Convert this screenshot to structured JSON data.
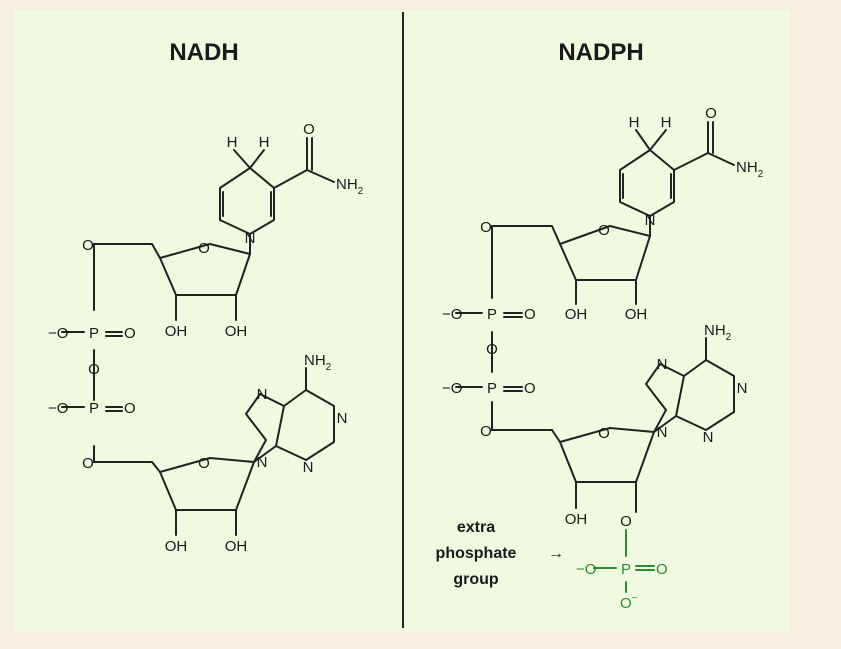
{
  "titles": {
    "left": "NADH",
    "right": "NADPH"
  },
  "atoms": {
    "H": "H",
    "O": "O",
    "N": "N",
    "NH": "NH",
    "two": "2",
    "OH": "OH",
    "P": "P",
    "minus": "−",
    "eqO": "=O",
    "minusO": "−O"
  },
  "annotation": {
    "line1": "extra",
    "line2": "phosphate",
    "arrow": "→",
    "line3": "group"
  },
  "colors": {
    "background": "#f4efe1",
    "panel": "#f0fae1",
    "ink": "#222222",
    "highlight": "#2e8b2e"
  }
}
